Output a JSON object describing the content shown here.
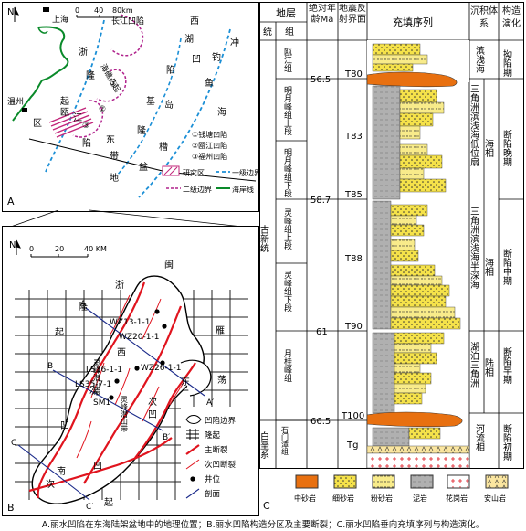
{
  "caption": "A.丽水凹陷在东海陆架盆地中的地理位置；B.丽水凹陷构造分区及主要断裂；C.丽水凹陷垂向充填序列与构造演化。",
  "mapA": {
    "panel": "A",
    "north": "N",
    "scale": [
      "0",
      "40",
      "80km"
    ],
    "cities": [
      "上海",
      "温州"
    ],
    "labels": [
      "长江凹陷",
      "西",
      "湖",
      "凹",
      "冲",
      "钓",
      "陷",
      "鱼",
      "浙",
      "海礁凸起",
      "隆",
      "基",
      "岛",
      "海",
      "起",
      "区",
      "①",
      "②",
      "③",
      "隆",
      "槽",
      "东",
      "陷",
      "带",
      "瓯",
      "江",
      "地",
      "盆"
    ],
    "legend": {
      "sag": "①钱塘凹陷",
      "sag2": "②瓯江凹陷",
      "sag3": "③福州凹陷",
      "study": "研究区",
      "border1": "一级边界",
      "border2": "二级边界",
      "coast": "海岸线"
    }
  },
  "mapB": {
    "panel": "B",
    "north": "N",
    "scale": [
      "0",
      "20",
      "40 KM"
    ],
    "wells": [
      "WZ13-1-1",
      "WZ20-1-1",
      "WZ26-1-1",
      "LS36-1-1",
      "LS35-7-1",
      "SM1"
    ],
    "labels": [
      "闽",
      "浙",
      "隆",
      "起",
      "西",
      "次",
      "凹",
      "灵峰潜山带",
      "东",
      "次",
      "凹",
      "灵峰潜山带",
      "南",
      "次",
      "凹",
      "起",
      "雁",
      "荡",
      "凸",
      "起",
      "A",
      "A′",
      "B",
      "B′",
      "C",
      "C′"
    ],
    "legend": [
      "凹陷边界",
      "隆起",
      "主断裂",
      "次凹断裂",
      "井位",
      "剖面"
    ]
  },
  "columnC": {
    "panel": "C",
    "headers": {
      "layer": "地层",
      "system": "统",
      "group": "组",
      "age": "绝对年龄Ma",
      "seismic": "地震反射界面",
      "fill": "充填序列",
      "sedi": "沉积体系",
      "tect": "构造演化"
    },
    "series": [
      "古新统",
      "白垩系"
    ],
    "groups": [
      "瓯江组",
      "明月峰组上段",
      "明月峰组下段",
      "灵峰组上段",
      "灵峰组下段",
      "月桂峰组",
      "石门潭组"
    ],
    "ages": [
      "56.5",
      "58.7",
      "61",
      "66.5"
    ],
    "reflectors": [
      "T80",
      "T83",
      "T85",
      "T88",
      "T90",
      "T100",
      "Tg"
    ],
    "sedi": [
      "滨浅海",
      "三角洲滨浅海低位扇",
      "海相",
      "三角洲滨浅海半深海",
      "海相",
      "湖泊三角洲",
      "陆相",
      "河流相"
    ],
    "tect": [
      "拗陷期",
      "断陷晚期",
      "断陷中期",
      "断陷早期",
      "断陷初期"
    ],
    "legend": [
      "中砂岩",
      "细砂岩",
      "粉砂岩",
      "泥岩",
      "花岗岩",
      "安山岩"
    ]
  }
}
